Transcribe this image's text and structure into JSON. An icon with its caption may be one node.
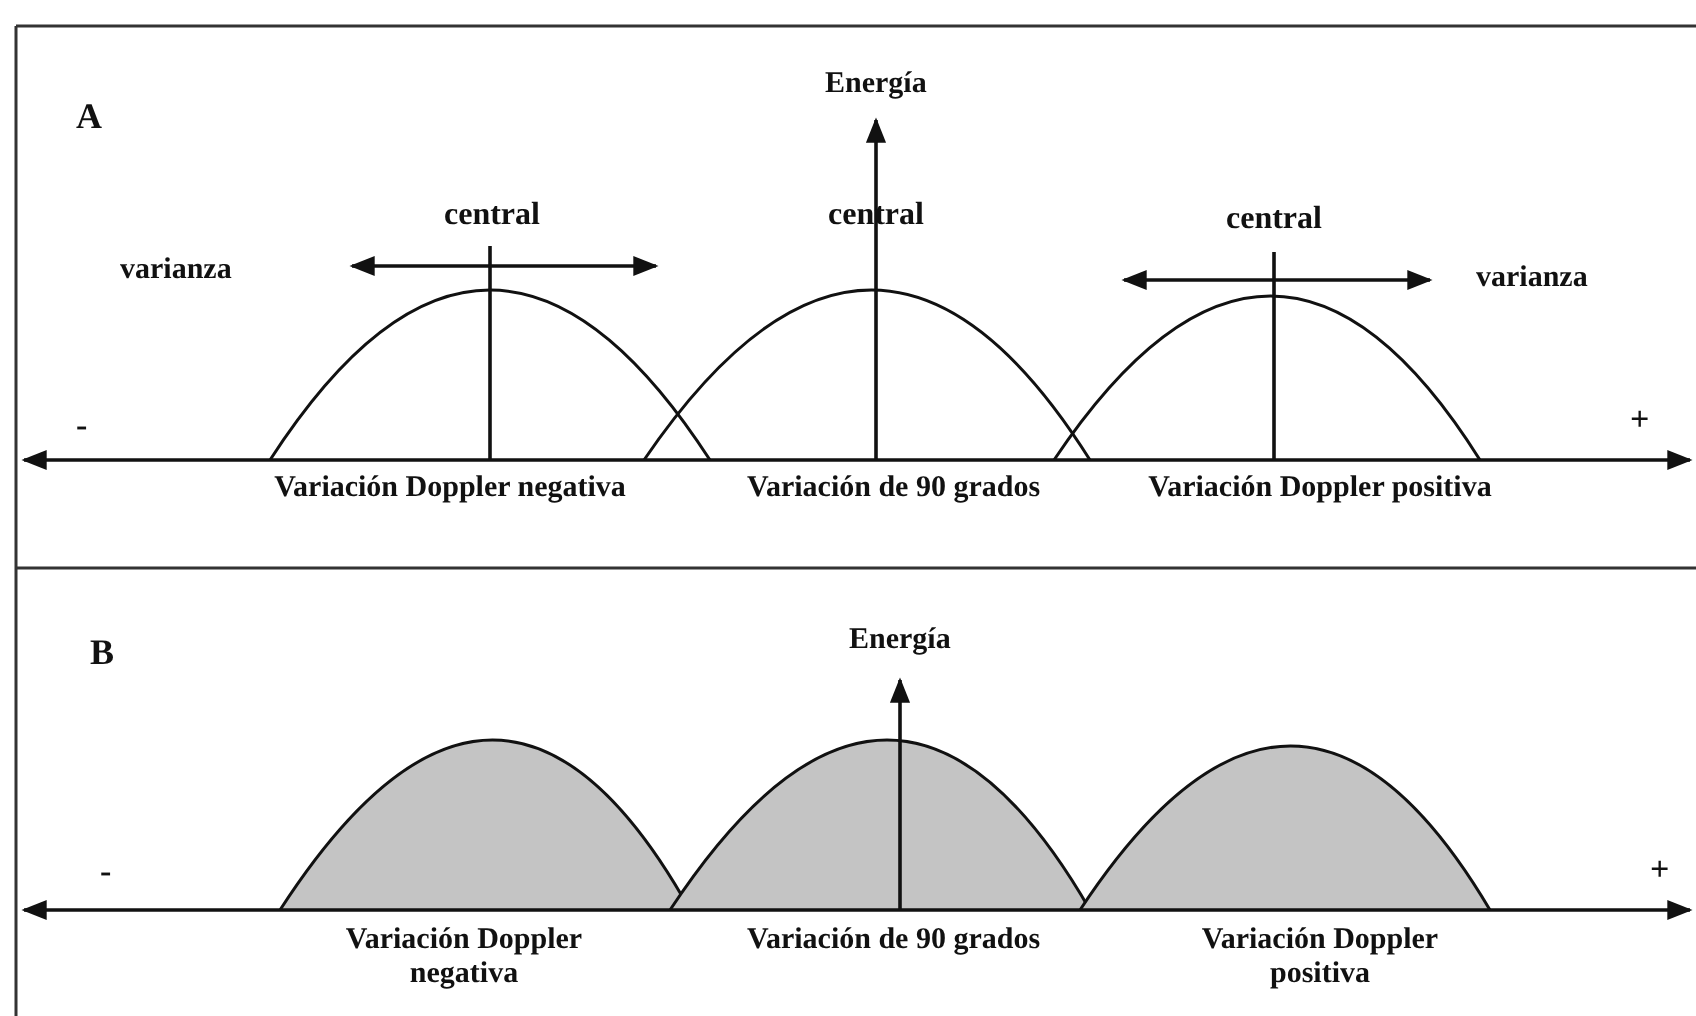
{
  "diagram": {
    "labels": [
      "Energía",
      "A",
      "central",
      "central",
      "central",
      "varianza",
      "varianza",
      "-",
      "+",
      "Variación Doppler negativa",
      "Variación de 90 grados",
      "Variación Doppler positiva",
      "B",
      "Energía",
      "-",
      "+",
      "Variación Doppler negativa",
      "Variación de 90 grados",
      "Variación Doppler positiva"
    ]
  }
}
